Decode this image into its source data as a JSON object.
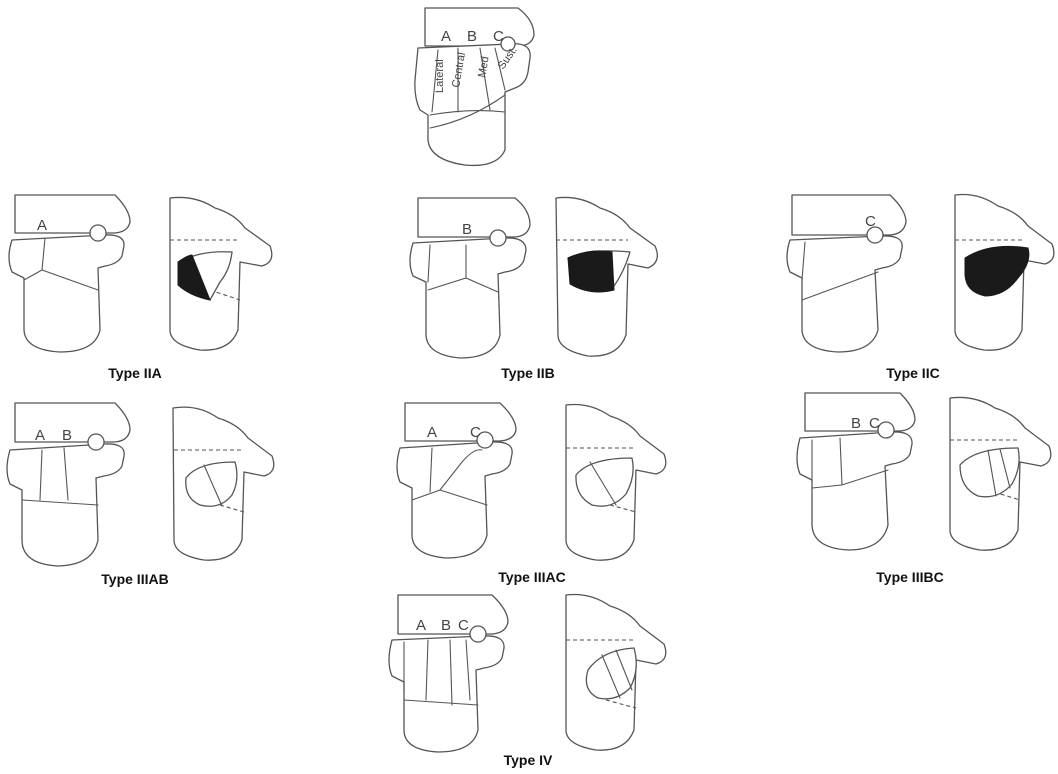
{
  "reference": {
    "letters": [
      "A",
      "B",
      "C"
    ],
    "columns": [
      "Lateral",
      "Central",
      "Med",
      "Sust."
    ]
  },
  "panels": [
    {
      "caption": "Type IIA",
      "letters": [
        "A"
      ],
      "fill": "partial"
    },
    {
      "caption": "Type IIB",
      "letters": [
        "B"
      ],
      "fill": "dark"
    },
    {
      "caption": "Type IIC",
      "letters": [
        "C"
      ],
      "fill": "dark"
    },
    {
      "caption": "Type IIIAB",
      "letters": [
        "A",
        "B"
      ],
      "fill": "outline"
    },
    {
      "caption": "Type IIIAC",
      "letters": [
        "A",
        "C"
      ],
      "fill": "outline"
    },
    {
      "caption": "Type IIIBC",
      "letters": [
        "B",
        "C"
      ],
      "fill": "outline"
    },
    {
      "caption": "Type IV",
      "letters": [
        "A",
        "B",
        "C"
      ],
      "fill": "outline"
    }
  ]
}
